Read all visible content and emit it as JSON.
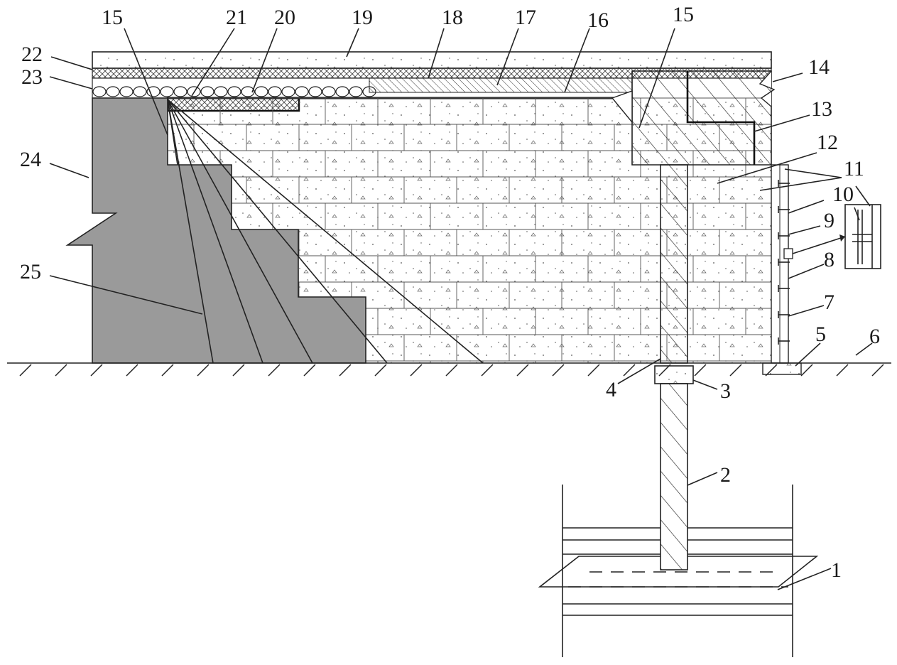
{
  "diagram": {
    "colors": {
      "line": "#222222",
      "soil": "#9a9a9a",
      "background": "#ffffff"
    },
    "labels": [
      {
        "id": "1",
        "text": "1"
      },
      {
        "id": "2",
        "text": "2"
      },
      {
        "id": "3",
        "text": "3"
      },
      {
        "id": "4",
        "text": "4"
      },
      {
        "id": "5",
        "text": "5"
      },
      {
        "id": "6",
        "text": "6"
      },
      {
        "id": "7",
        "text": "7"
      },
      {
        "id": "8",
        "text": "8"
      },
      {
        "id": "9",
        "text": "9"
      },
      {
        "id": "10",
        "text": "10"
      },
      {
        "id": "11",
        "text": "11"
      },
      {
        "id": "12",
        "text": "12"
      },
      {
        "id": "13",
        "text": "13"
      },
      {
        "id": "14",
        "text": "14"
      },
      {
        "id": "15a",
        "text": "15"
      },
      {
        "id": "15b",
        "text": "15"
      },
      {
        "id": "16",
        "text": "16"
      },
      {
        "id": "17",
        "text": "17"
      },
      {
        "id": "18",
        "text": "18"
      },
      {
        "id": "19",
        "text": "19"
      },
      {
        "id": "20",
        "text": "20"
      },
      {
        "id": "21",
        "text": "21"
      },
      {
        "id": "22",
        "text": "22"
      },
      {
        "id": "23",
        "text": "23"
      },
      {
        "id": "24",
        "text": "24"
      },
      {
        "id": "25",
        "text": "25"
      }
    ]
  }
}
